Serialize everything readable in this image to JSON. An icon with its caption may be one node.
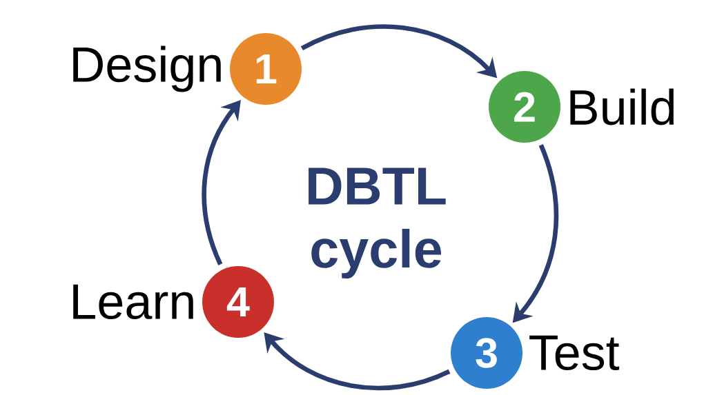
{
  "diagram": {
    "nodes": [
      {
        "text": [
          "1"
        ],
        "beside": [
          "Design"
        ]
      },
      {
        "text": [
          "2"
        ],
        "beside": [
          "Build"
        ]
      },
      {
        "text": [
          "3"
        ],
        "beside": [
          "Test"
        ]
      },
      {
        "text": [
          "4"
        ],
        "beside": [
          "Learn"
        ]
      }
    ],
    "edges": [
      {
        "from": 0,
        "to": 1,
        "arrow": "to"
      },
      {
        "from": 1,
        "to": 2,
        "arrow": "to"
      },
      {
        "from": 2,
        "to": 3,
        "arrow": "to"
      },
      {
        "from": 3,
        "to": 0,
        "arrow": "to"
      }
    ],
    "labels": [
      "DBTL",
      "cycle"
    ]
  }
}
